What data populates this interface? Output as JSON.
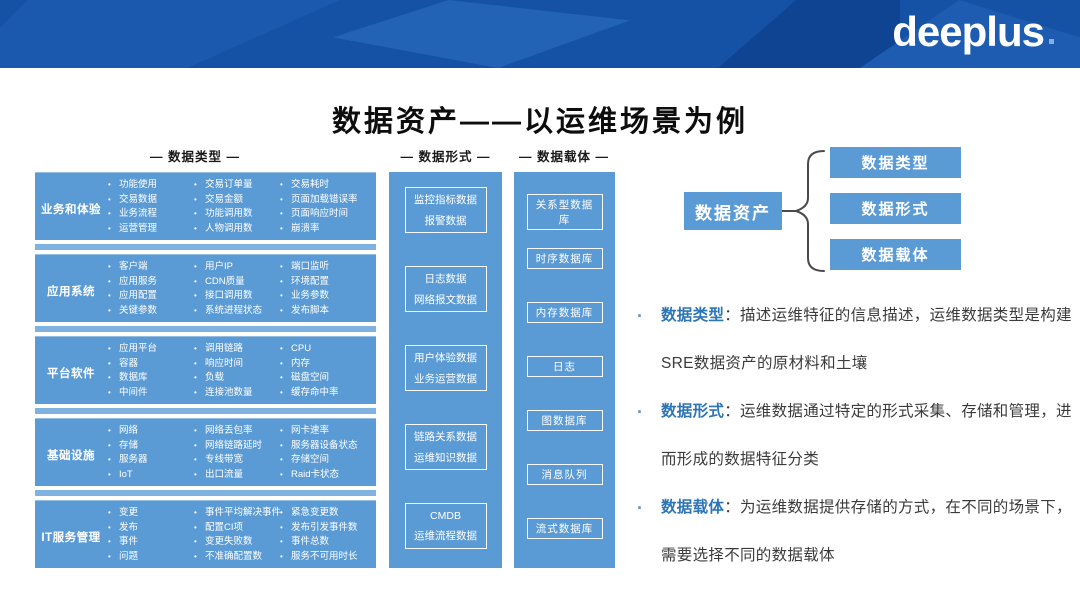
{
  "colors": {
    "banner_blue": "#1552a5",
    "box_blue": "#5b9bd5",
    "separator_blue": "#7fb2e0",
    "term_blue": "#2e75b6",
    "text_dark": "#3b3b3b"
  },
  "banner": {
    "logo_text": "deeplus"
  },
  "title": "数据资产——以运维场景为例",
  "column_headers": [
    "— 数据类型 —",
    "— 数据形式 —",
    "— 数据载体 —"
  ],
  "data_type_table": {
    "rows": [
      {
        "label": "业务和体验",
        "col1": [
          "功能使用",
          "交易数据",
          "业务流程",
          "运营管理"
        ],
        "col2": [
          "交易订单量",
          "交易金额",
          "功能调用数",
          "人物调用数"
        ],
        "col3": [
          "交易耗时",
          "页面加载错误率",
          "页面响应时间",
          "崩溃率"
        ]
      },
      {
        "label": "应用系统",
        "col1": [
          "客户端",
          "应用服务",
          "应用配置",
          "关键参数"
        ],
        "col2": [
          "用户IP",
          "CDN质量",
          "接口调用数",
          "系统进程状态"
        ],
        "col3": [
          "端口监听",
          "环境配置",
          "业务参数",
          "发布脚本"
        ]
      },
      {
        "label": "平台软件",
        "col1": [
          "应用平台",
          "容器",
          "数据库",
          "中间件"
        ],
        "col2": [
          "调用链路",
          "响应时间",
          "负载",
          "连接池数量"
        ],
        "col3": [
          "CPU",
          "内存",
          "磁盘空间",
          "缓存命中率"
        ]
      },
      {
        "label": "基础设施",
        "col1": [
          "网络",
          "存储",
          "服务器",
          "IoT"
        ],
        "col2": [
          "网络丢包率",
          "网络链路延时",
          "专线带宽",
          "出口流量"
        ],
        "col3": [
          "网卡速率",
          "服务器设备状态",
          "存储空间",
          "Raid卡状态"
        ]
      },
      {
        "label": "IT服务管理",
        "col1": [
          "变更",
          "发布",
          "事件",
          "问题"
        ],
        "col2": [
          "事件平均解决事件",
          "配置CI项",
          "变更失败数",
          "不准确配置数"
        ],
        "col3": [
          "紧急变更数",
          "发布引发事件数",
          "事件总数",
          "服务不可用时长"
        ]
      }
    ]
  },
  "data_form_boxes": [
    [
      "监控指标数据",
      "报警数据"
    ],
    [
      "日志数据",
      "网络报文数据"
    ],
    [
      "用户体验数据",
      "业务运营数据"
    ],
    [
      "链路关系数据",
      "运维知识数据"
    ],
    [
      "CMDB",
      "运维流程数据"
    ]
  ],
  "data_carrier_boxes": [
    "关系型数据库",
    "时序数据库",
    "内存数据库",
    "日志",
    "图数据库",
    "消息队列",
    "流式数据库"
  ],
  "asset_diagram": {
    "root": "数据资产",
    "children": [
      "数据类型",
      "数据形式",
      "数据载体"
    ]
  },
  "bullets": [
    {
      "term": "数据类型",
      "text": "：描述运维特征的信息描述，运维数据类型是构建SRE数据资产的原材料和土壤"
    },
    {
      "term": "数据形式",
      "text": "：运维数据通过特定的形式采集、存储和管理，进而形成的数据特征分类"
    },
    {
      "term": "数据载体",
      "text": "：为运维数据提供存储的方式，在不同的场景下，需要选择不同的数据载体"
    }
  ]
}
